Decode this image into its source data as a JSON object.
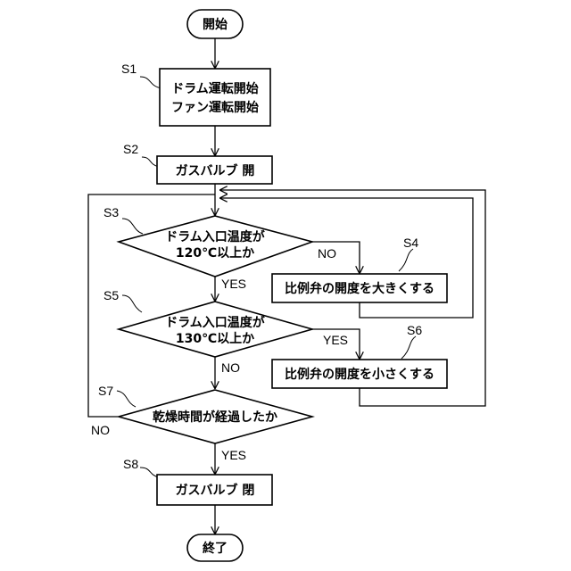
{
  "nodes": {
    "start": {
      "text": "開始"
    },
    "s1": {
      "label": "S1",
      "line1": "ドラム運転開始",
      "line2": "ファン運転開始"
    },
    "s2": {
      "label": "S2",
      "text": "ガスバルブ 開"
    },
    "s3": {
      "label": "S3",
      "line1": "ドラム入口温度が",
      "line2": "120℃以上か"
    },
    "s4": {
      "label": "S4",
      "text": "比例弁の開度を大きくする"
    },
    "s5": {
      "label": "S5",
      "line1": "ドラム入口温度が",
      "line2": "130℃以上か"
    },
    "s6": {
      "label": "S6",
      "text": "比例弁の開度を小さくする"
    },
    "s7": {
      "label": "S7",
      "text": "乾燥時間が経過したか"
    },
    "s8": {
      "label": "S8",
      "text": "ガスバルブ 閉"
    },
    "end": {
      "text": "終了"
    }
  },
  "edges": {
    "s3_no": "NO",
    "s3_yes": "YES",
    "s5_yes": "YES",
    "s5_no": "NO",
    "s7_no": "NO",
    "s7_yes": "YES"
  }
}
